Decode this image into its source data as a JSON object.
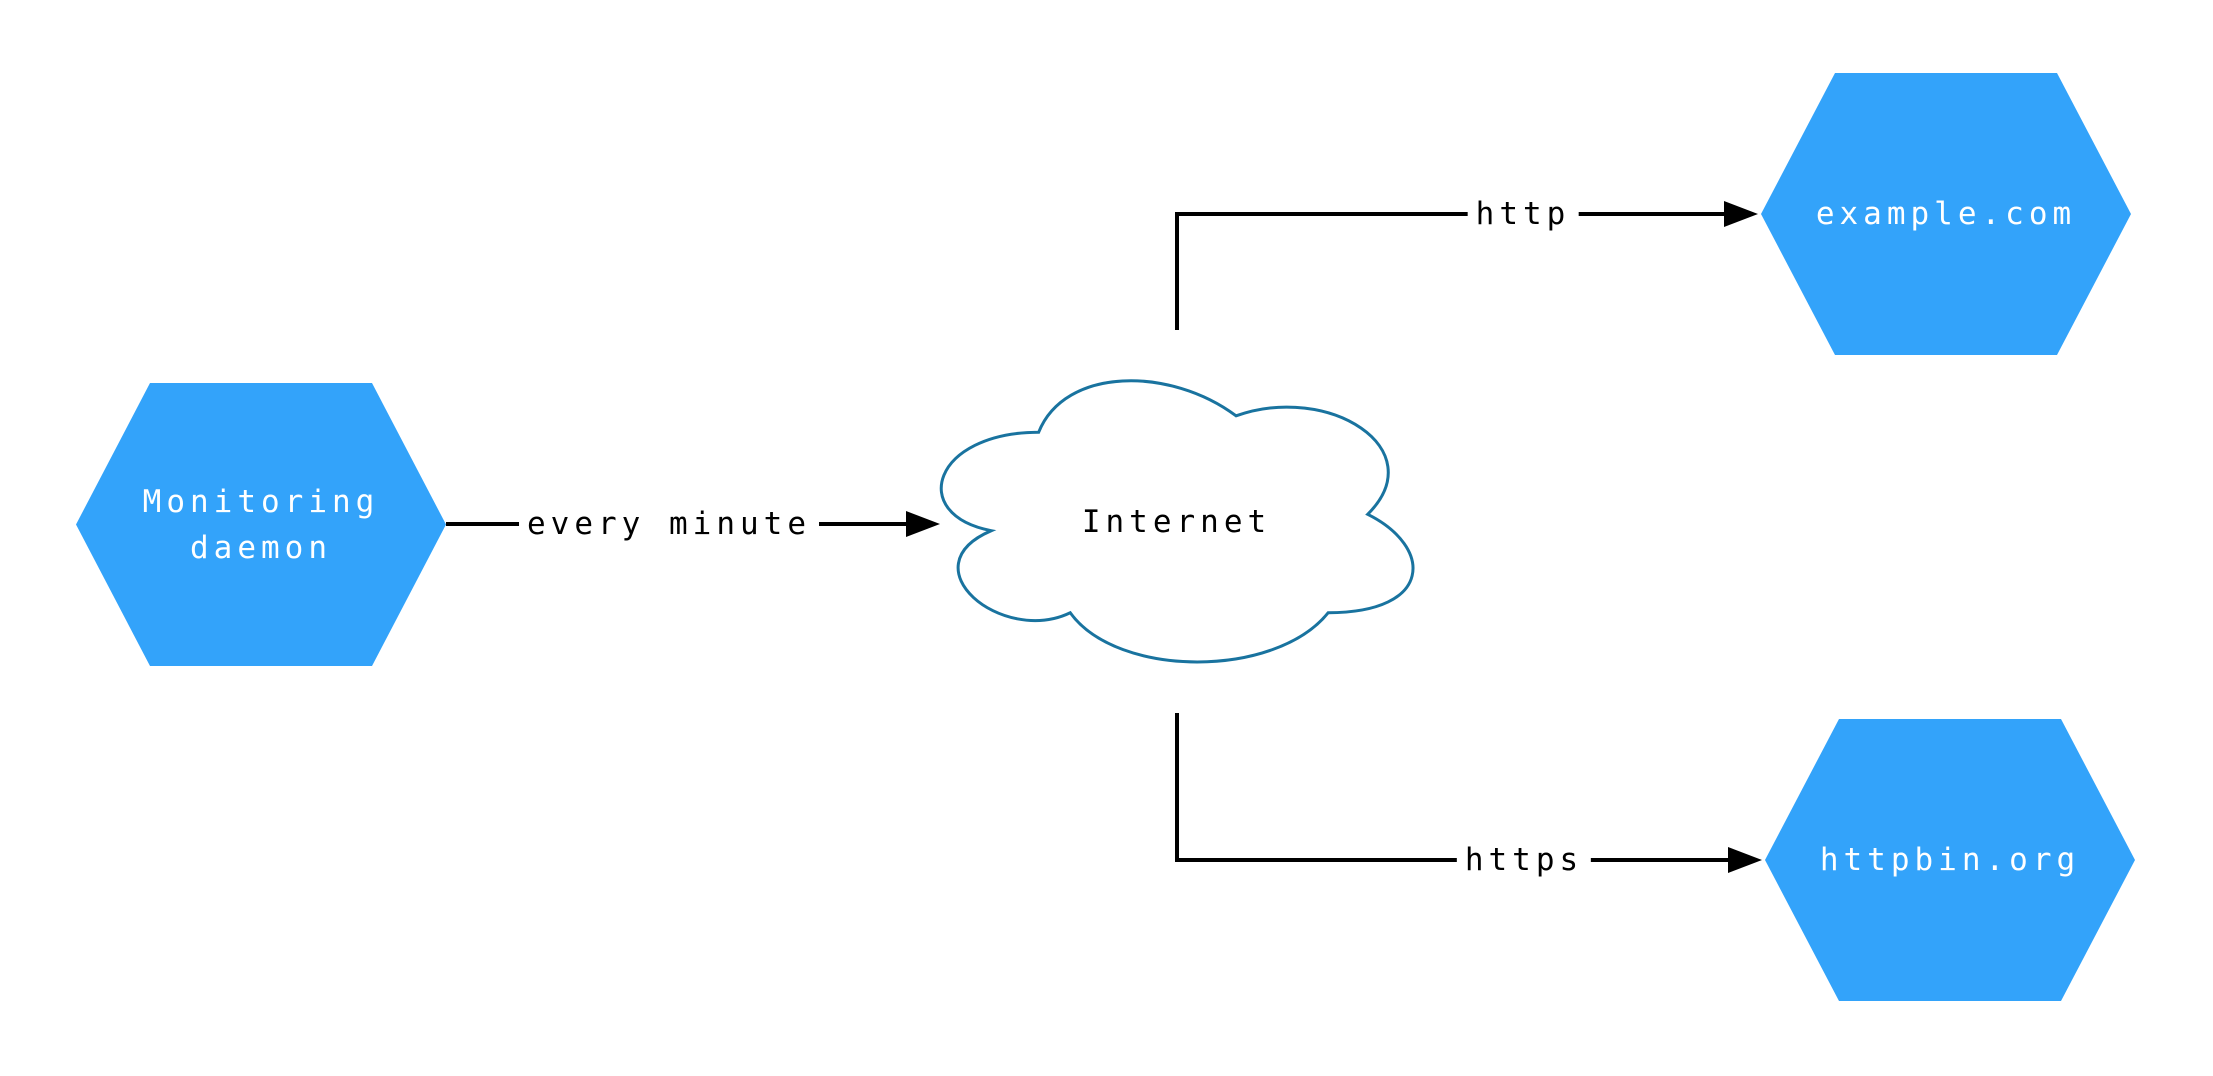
{
  "diagram": {
    "nodes": [
      {
        "id": "monitoring-daemon",
        "shape": "hexagon",
        "label": "Monitoring daemon",
        "label_lines": [
          "Monitoring",
          "daemon"
        ]
      },
      {
        "id": "internet",
        "shape": "cloud",
        "label": "Internet"
      },
      {
        "id": "example-com",
        "shape": "hexagon",
        "label": "example.com"
      },
      {
        "id": "httpbin-org",
        "shape": "hexagon",
        "label": "httpbin.org"
      }
    ],
    "edges": [
      {
        "from": "monitoring-daemon",
        "to": "internet",
        "label": "every minute"
      },
      {
        "from": "internet",
        "to": "example-com",
        "label": "http"
      },
      {
        "from": "internet",
        "to": "httpbin-org",
        "label": "https"
      }
    ],
    "colors": {
      "background": "#FFFFFF",
      "node_fill": "#33A3FA",
      "node_text": "#FFFFFF",
      "cloud_fill": "#FFFFFF",
      "cloud_stroke": "#19739F",
      "edge": "#000000",
      "edge_label_text": "#000000"
    }
  }
}
